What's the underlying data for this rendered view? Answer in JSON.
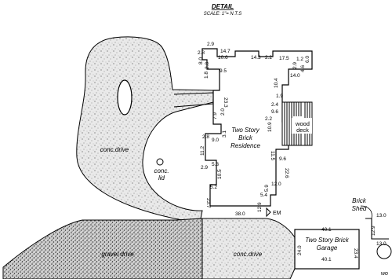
{
  "header": {
    "title": "DETAIL",
    "scale": "SCALE: 1\"= N.T.S"
  },
  "labels": {
    "conc_drive_upper": "conc.drive",
    "conc_lid_1": "conc.",
    "conc_lid_2": "lid",
    "residence_1": "Two Story",
    "residence_2": "Brick",
    "residence_3": "Residence",
    "wood_deck_1": "wood",
    "wood_deck_2": "deck",
    "gravel_drive": "gravel drive",
    "conc_drive_lower": "conc.drive",
    "garage_1": "Two Story Brick",
    "garage_2": "Garage",
    "brick_shed_1": "Brick",
    "brick_shed_2": "Shed",
    "em": "EM",
    "wo": "wo"
  },
  "dimensions": {
    "d_2_9_a": "2.9",
    "d_14_7": "14.7",
    "d_2_8_a": "2.8",
    "d_10_6": "10.6",
    "d_8_0": "8.0",
    "d_14_3": "14.3",
    "d_2_2": "2.2",
    "d_17_5": "17.5",
    "d_1_2_a": "1.2",
    "d_6_0": "6.0",
    "d_2_8_b": "2.8",
    "d_9_5": "9.5",
    "d_1_8": "1.8",
    "d_2_9_b": "2.9",
    "d_4_6": "4.6",
    "d_14_0": "14.0",
    "d_10_4": "10.4",
    "d_1_9": "1.9",
    "d_23_3": "23.3",
    "d_7_9": "7.9",
    "d_2_0": "2.0",
    "d_2_4": "2.4",
    "d_9_6": "9.6",
    "d_10_9": "10.9",
    "d_2_2_b": "2.2",
    "d_2_8_c": "2.8",
    "d_9_0": "9.0",
    "d_3_1": "3.1",
    "d_11_5": "11.5",
    "d_11_2": "11.2",
    "d_9_6_b": "9.6",
    "d_5_3": "5.3",
    "d_2_9_c": "2.9",
    "d_10_5": "10.5",
    "d_22_6": "22.6",
    "d_5_2": "5.2",
    "d_12_0": "12.0",
    "d_23_7": "23.7",
    "d_5_4": "5.4",
    "d_5_9": "5.9",
    "d_12_9": "12.9",
    "d_38_0": "38.0",
    "d_40_1_a": "40.1",
    "d_24_0": "24.0",
    "d_23_4": "23.4",
    "d_40_1_b": "40.1",
    "d_13_0": "13.0",
    "d_12_9_b": "12.9",
    "d_13_0_b": "13.0"
  }
}
